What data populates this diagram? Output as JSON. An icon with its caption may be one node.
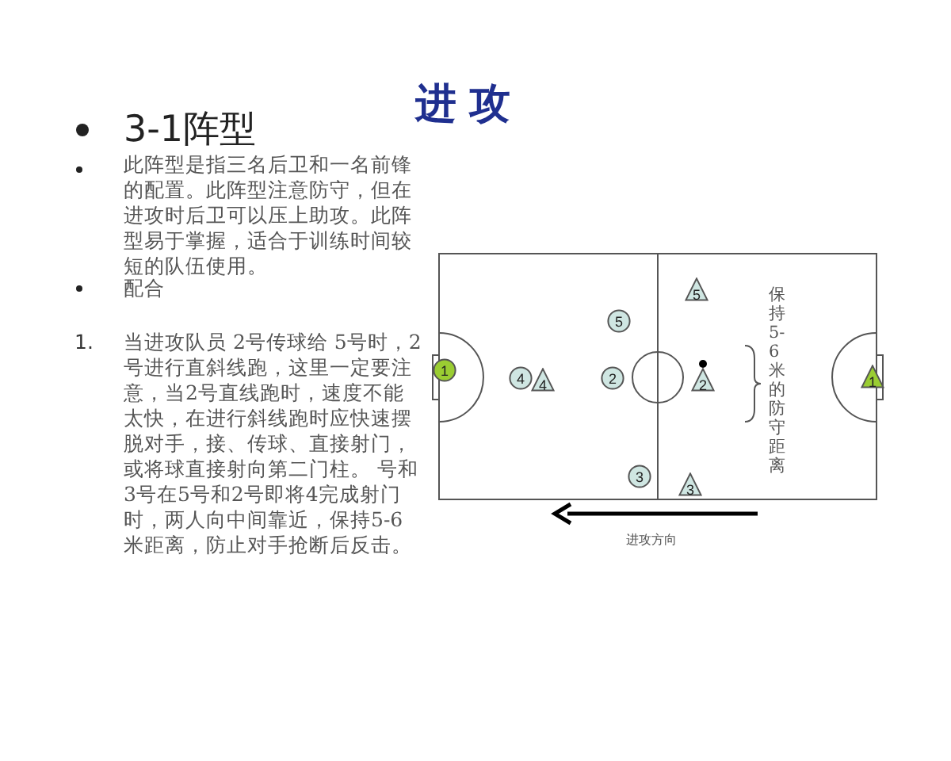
{
  "diagram": {
    "title": "进攻",
    "nodes": [
      {
        "text": [
          "1"
        ]
      },
      {
        "text": [
          "4"
        ]
      },
      {
        "text": [
          "4"
        ]
      },
      {
        "text": [
          "5"
        ]
      },
      {
        "text": [
          "2"
        ]
      },
      {
        "text": [
          "3"
        ]
      },
      {
        "text": [
          "5"
        ]
      },
      {
        "text": [
          "2"
        ]
      },
      {
        "text": [
          "3"
        ]
      },
      {
        "text": [
          "1"
        ]
      }
    ],
    "edges": [],
    "labels": [
      "3-1阵型",
      "此阵型是指三名后卫和一名前锋的配置。此阵型注意防守，但在进攻时后卫可以压上助攻。此阵型易于掌握，适合于训练时间较短的队伍使用。",
      "配合",
      "1.",
      "当进攻队员 2号传球给 5号时，2号进行直斜线跑，这里一定要注意，当2号直线跑时，速度不能太快，在进行斜线跑时应快速摆脱对手，接、传球、直接射门，或将球直接射向第二门柱。 号和3号在5号和2号即将4完成射门时，两人向中间靠近，保持5-6米距离，防止对手抢断后反击。",
      "保持5-6米的防守距离",
      "进攻方向"
    ]
  }
}
